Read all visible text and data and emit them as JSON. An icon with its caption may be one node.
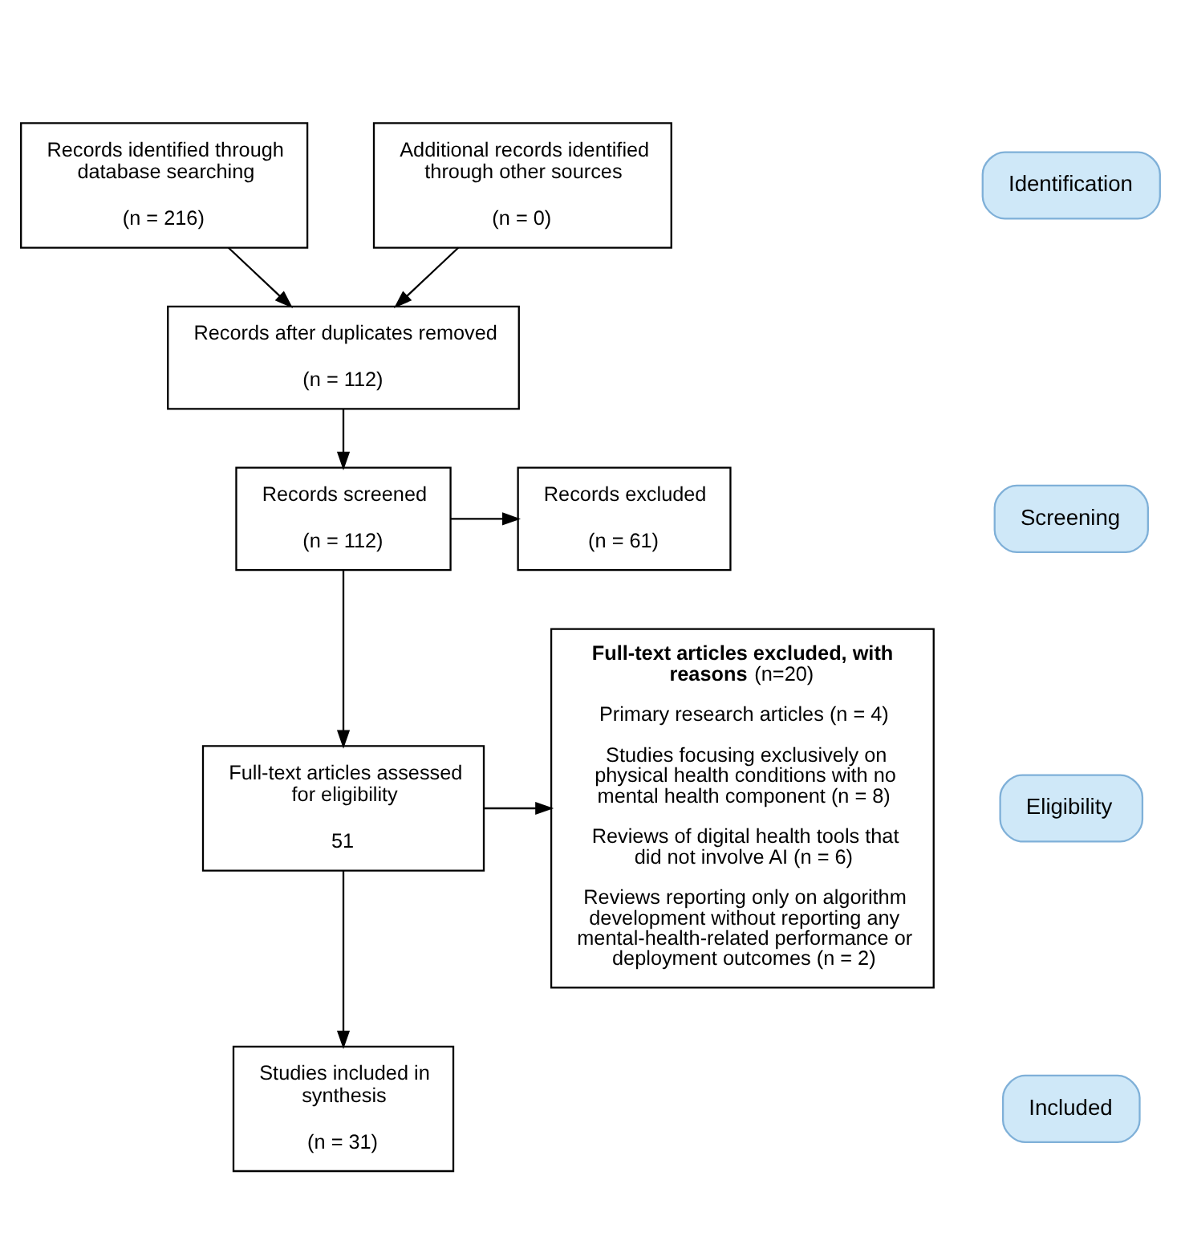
{
  "diagram": {
    "nodes": [
      {
        "text": [
          "Records identified through database searching",
          "(n = 216)"
        ]
      },
      {
        "text": [
          "Additional records identified through other sources",
          "(n = 0)"
        ]
      },
      {
        "text": [
          "Records after duplicates removed",
          "(n = 112)"
        ]
      },
      {
        "text": [
          "Records screened",
          "(n = 112)"
        ]
      },
      {
        "text": [
          "Records excluded",
          "(n = 61)"
        ]
      },
      {
        "text": [
          "Full-text articles assessed for eligibility",
          "51"
        ]
      },
      {
        "text": [
          "**Full-text articles excluded, with reasons** (n=20)",
          "Primary research articles (n = 4)",
          "Studies focusing exclusively on physical health conditions with no mental health component (n = 8)",
          "Reviews of digital health tools that did not involve AI (n = 6)",
          "Reviews reporting only on algorithm development without reporting any mental-health-related performance or deployment outcomes (n = 2)"
        ]
      },
      {
        "text": [
          "Studies included in synthesis",
          "(n = 31)"
        ]
      },
      {
        "text": [
          "Identification"
        ]
      },
      {
        "text": [
          "Screening"
        ]
      },
      {
        "text": [
          "Eligibility"
        ]
      },
      {
        "text": [
          "Included"
        ]
      }
    ],
    "edges": [
      {
        "from": 0,
        "to": 2,
        "arrow": "to"
      },
      {
        "from": 1,
        "to": 2,
        "arrow": "to"
      },
      {
        "from": 2,
        "to": 3,
        "arrow": "to"
      },
      {
        "from": 3,
        "to": 4,
        "arrow": "to"
      },
      {
        "from": 3,
        "to": 5,
        "arrow": "to"
      },
      {
        "from": 5,
        "to": 6,
        "arrow": "to"
      },
      {
        "from": 5,
        "to": 7,
        "arrow": "to"
      }
    ]
  }
}
